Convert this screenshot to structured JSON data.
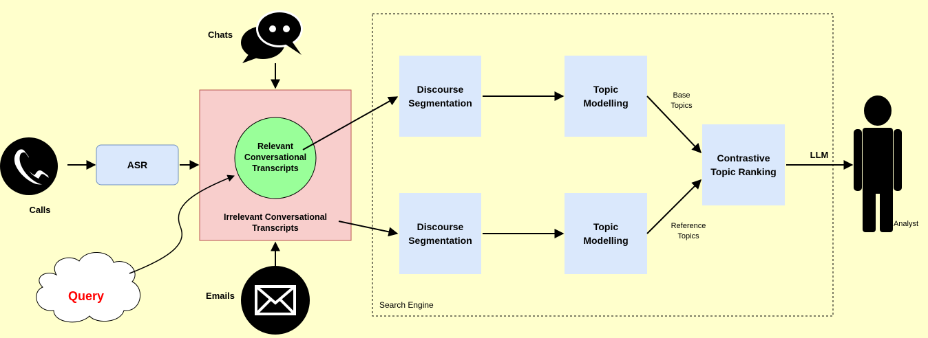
{
  "inputs": {
    "calls": "Calls",
    "chats": "Chats",
    "emails": "Emails",
    "query": "Query"
  },
  "asr": "ASR",
  "filter": {
    "relevant": [
      "Relevant",
      "Conversational",
      "Transcripts"
    ],
    "irrelevant": [
      "Irrelevant Conversational",
      "Transcripts"
    ]
  },
  "search_engine": {
    "label": "Search Engine",
    "discourse_top": [
      "Discourse",
      "Segmentation"
    ],
    "discourse_bottom": [
      "Discourse",
      "Segmentation"
    ],
    "topic_top": [
      "Topic",
      "Modelling"
    ],
    "topic_bottom": [
      "Topic",
      "Modelling"
    ],
    "base_topics": [
      "Base",
      "Topics"
    ],
    "reference_topics": [
      "Reference",
      "Topics"
    ],
    "ranking": [
      "Contrastive",
      "Topic Ranking"
    ]
  },
  "llm": "LLM",
  "analyst": "Analyst",
  "colors": {
    "background": "#ffffcc",
    "box_blue": "#dae8fc",
    "box_blue_border": "#6c8ebf",
    "filter_pink": "#f8cecc",
    "filter_border": "#b85450",
    "relevant_green": "#99ff99",
    "query_red": "#ff0000"
  }
}
